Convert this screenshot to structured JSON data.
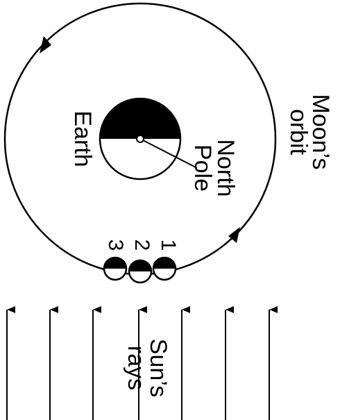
{
  "labels": {
    "earth": "Earth",
    "north_line1": "North",
    "north_line2": "Pole",
    "moon_line1": "Moon’s",
    "moon_line2": "orbit",
    "sun_line1": "Sun’s",
    "sun_line2": "rays"
  },
  "moon_positions": [
    "1",
    "2",
    "3"
  ],
  "colors": {
    "ink": "#000000",
    "paper": "#ffffff"
  }
}
